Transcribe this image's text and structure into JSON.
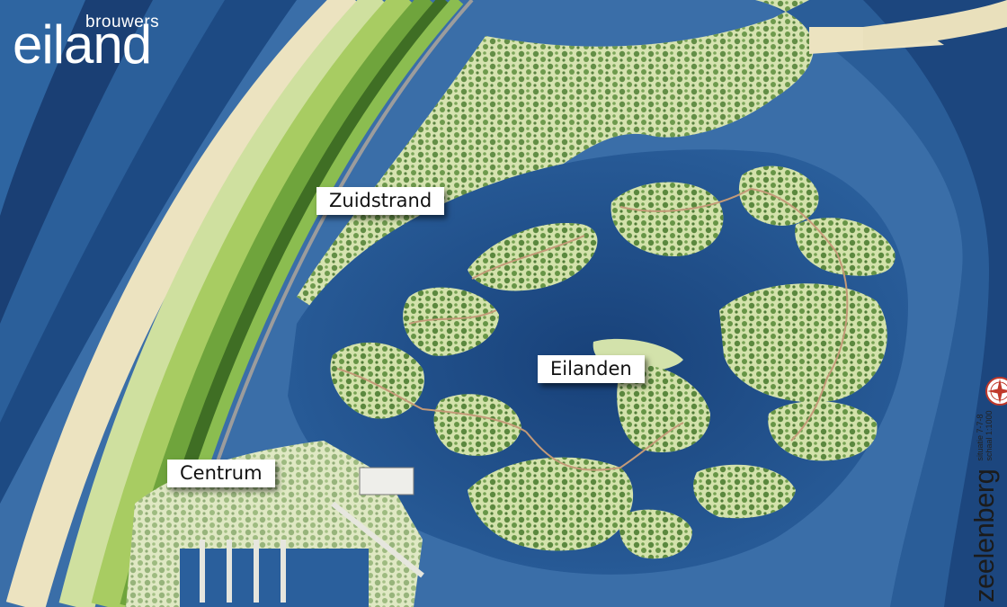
{
  "logo": {
    "small": "brouwers",
    "big": "eiland"
  },
  "labels": {
    "zuidstrand": "Zuidstrand",
    "eilanden": "Eilanden",
    "centrum": "Centrum"
  },
  "credit": {
    "name": "zeelenberg",
    "status": "situatie 7-7-8",
    "scale": "schaal 1:1000"
  },
  "colors": {
    "deep_water": "#14396c",
    "water": "#2a63a3",
    "shallow_water": "#7fa9cf",
    "land": "#cfe0a6",
    "trees": "#5a8a3a",
    "dike": "#6fa43c",
    "beach": "#ece3c0",
    "label_bg": "#ffffff"
  },
  "icons": {
    "compass": "compass-rose-icon"
  }
}
